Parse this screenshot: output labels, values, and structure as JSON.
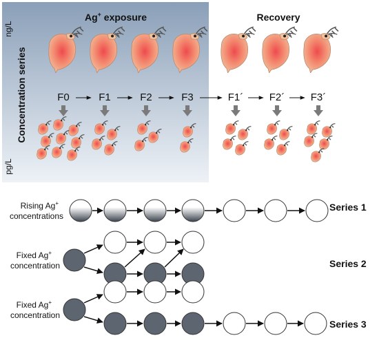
{
  "top_panel": {
    "exposure_title": "Ag",
    "exposure_title_sup": "+",
    "exposure_title_suffix": " exposure",
    "recovery_title": "Recovery",
    "y_axis_label": "Concentration series",
    "y_top_unit": "ng/L",
    "y_bottom_unit": "pg/L",
    "generations": [
      "F0",
      "F1",
      "F2",
      "F3",
      "F1´",
      "F2´",
      "F3´"
    ],
    "offspring_counts": [
      9,
      4,
      3,
      2,
      4,
      4,
      5
    ],
    "colors": {
      "exposure_bg_top": "#8a9fb8",
      "exposure_bg_bottom": "#eef2f7",
      "animal_body": "#f2b38e",
      "animal_core": "#ee4a4e",
      "arrow_gray": "#7a7a7a"
    }
  },
  "series": [
    {
      "label": "Series 1",
      "row_label_lines": [
        "Rising  Ag",
        "concentrations"
      ],
      "row_label_sup": "+"
    },
    {
      "label": "Series 2",
      "row_label_lines": [
        "Fixed Ag",
        "concentration"
      ],
      "row_label_sup": "+"
    },
    {
      "label": "Series 3",
      "row_label_lines": [
        "Fixed Ag",
        "concentration"
      ],
      "row_label_sup": "+"
    }
  ],
  "colors": {
    "dark_node": "#5c6570",
    "light_node": "#ffffff",
    "node_outline": "#333333"
  }
}
